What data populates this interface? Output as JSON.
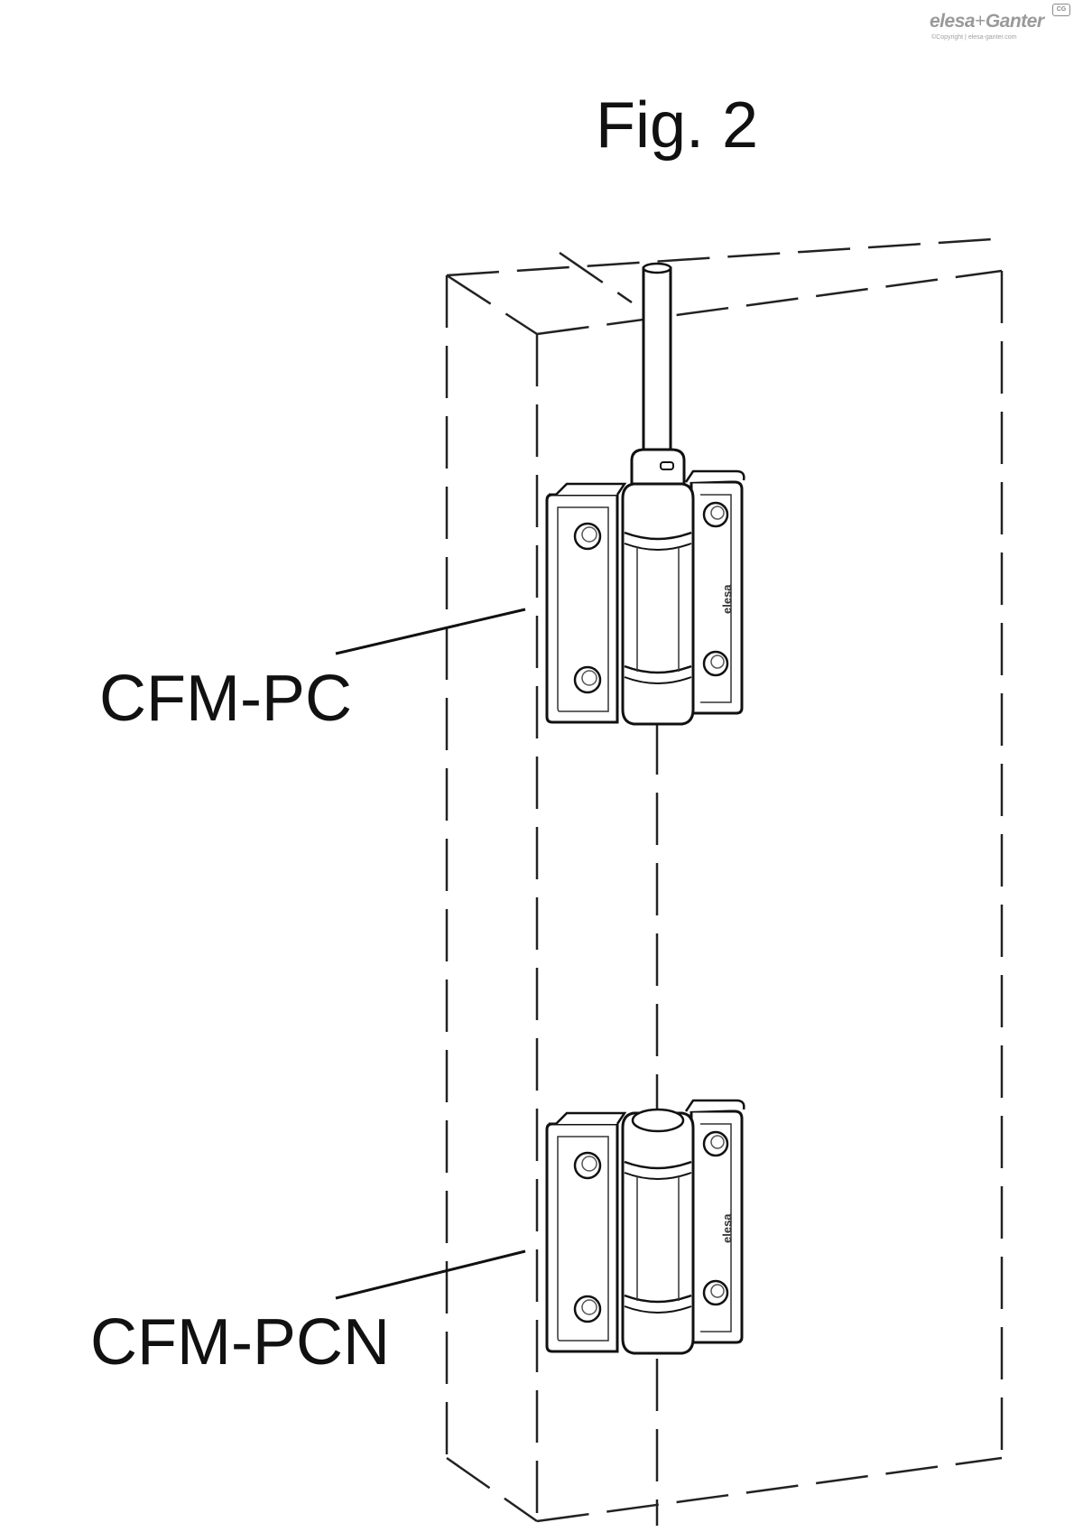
{
  "logo": {
    "brand": "elesa",
    "plus": "+",
    "partner": "Ganter",
    "badge": "CG",
    "copyright": "©Copyright | elesa-ganter.com"
  },
  "figure": {
    "title": "Fig. 2",
    "labels": {
      "upper": "CFM-PC",
      "lower": "CFM-PCN"
    },
    "engraving": "elesa"
  },
  "colors": {
    "ink": "#111111",
    "hinge_fill": "#ffffff",
    "logo_gray": "#9a9a9a"
  }
}
